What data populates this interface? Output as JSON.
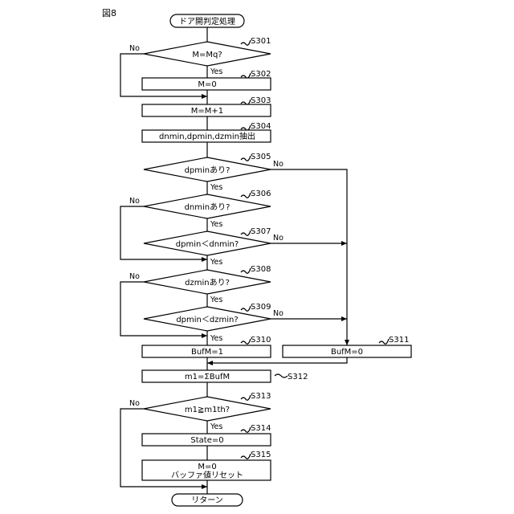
{
  "figure": {
    "label": "図8"
  },
  "terminals": {
    "start": "ドア開判定処理",
    "end": "リターン"
  },
  "steps": {
    "s301": {
      "id": "S301",
      "text": "M=Mq?"
    },
    "s302": {
      "id": "S302",
      "text": "M=0"
    },
    "s303": {
      "id": "S303",
      "text": "M=M+1"
    },
    "s304": {
      "id": "S304",
      "text": "dnmin,dpmin,dzmin抽出"
    },
    "s305": {
      "id": "S305",
      "text": "dpminあり?"
    },
    "s306": {
      "id": "S306",
      "text": "dnminあり?"
    },
    "s307": {
      "id": "S307",
      "text": "dpmin＜dnmin?"
    },
    "s308": {
      "id": "S308",
      "text": "dzminあり?"
    },
    "s309": {
      "id": "S309",
      "text": "dpmin＜dzmin?"
    },
    "s310": {
      "id": "S310",
      "text": "BufM=1"
    },
    "s311": {
      "id": "S311",
      "text": "BufM=0"
    },
    "s312": {
      "id": "S312",
      "text": "m1=ΣBufM"
    },
    "s313": {
      "id": "S313",
      "text": "m1≧m1th?"
    },
    "s314": {
      "id": "S314",
      "text": "State=0"
    },
    "s315": {
      "id": "S315",
      "line1": "M=0",
      "line2": "バッファ値リセット"
    }
  },
  "branch_labels": {
    "yes": "Yes",
    "no": "No"
  }
}
